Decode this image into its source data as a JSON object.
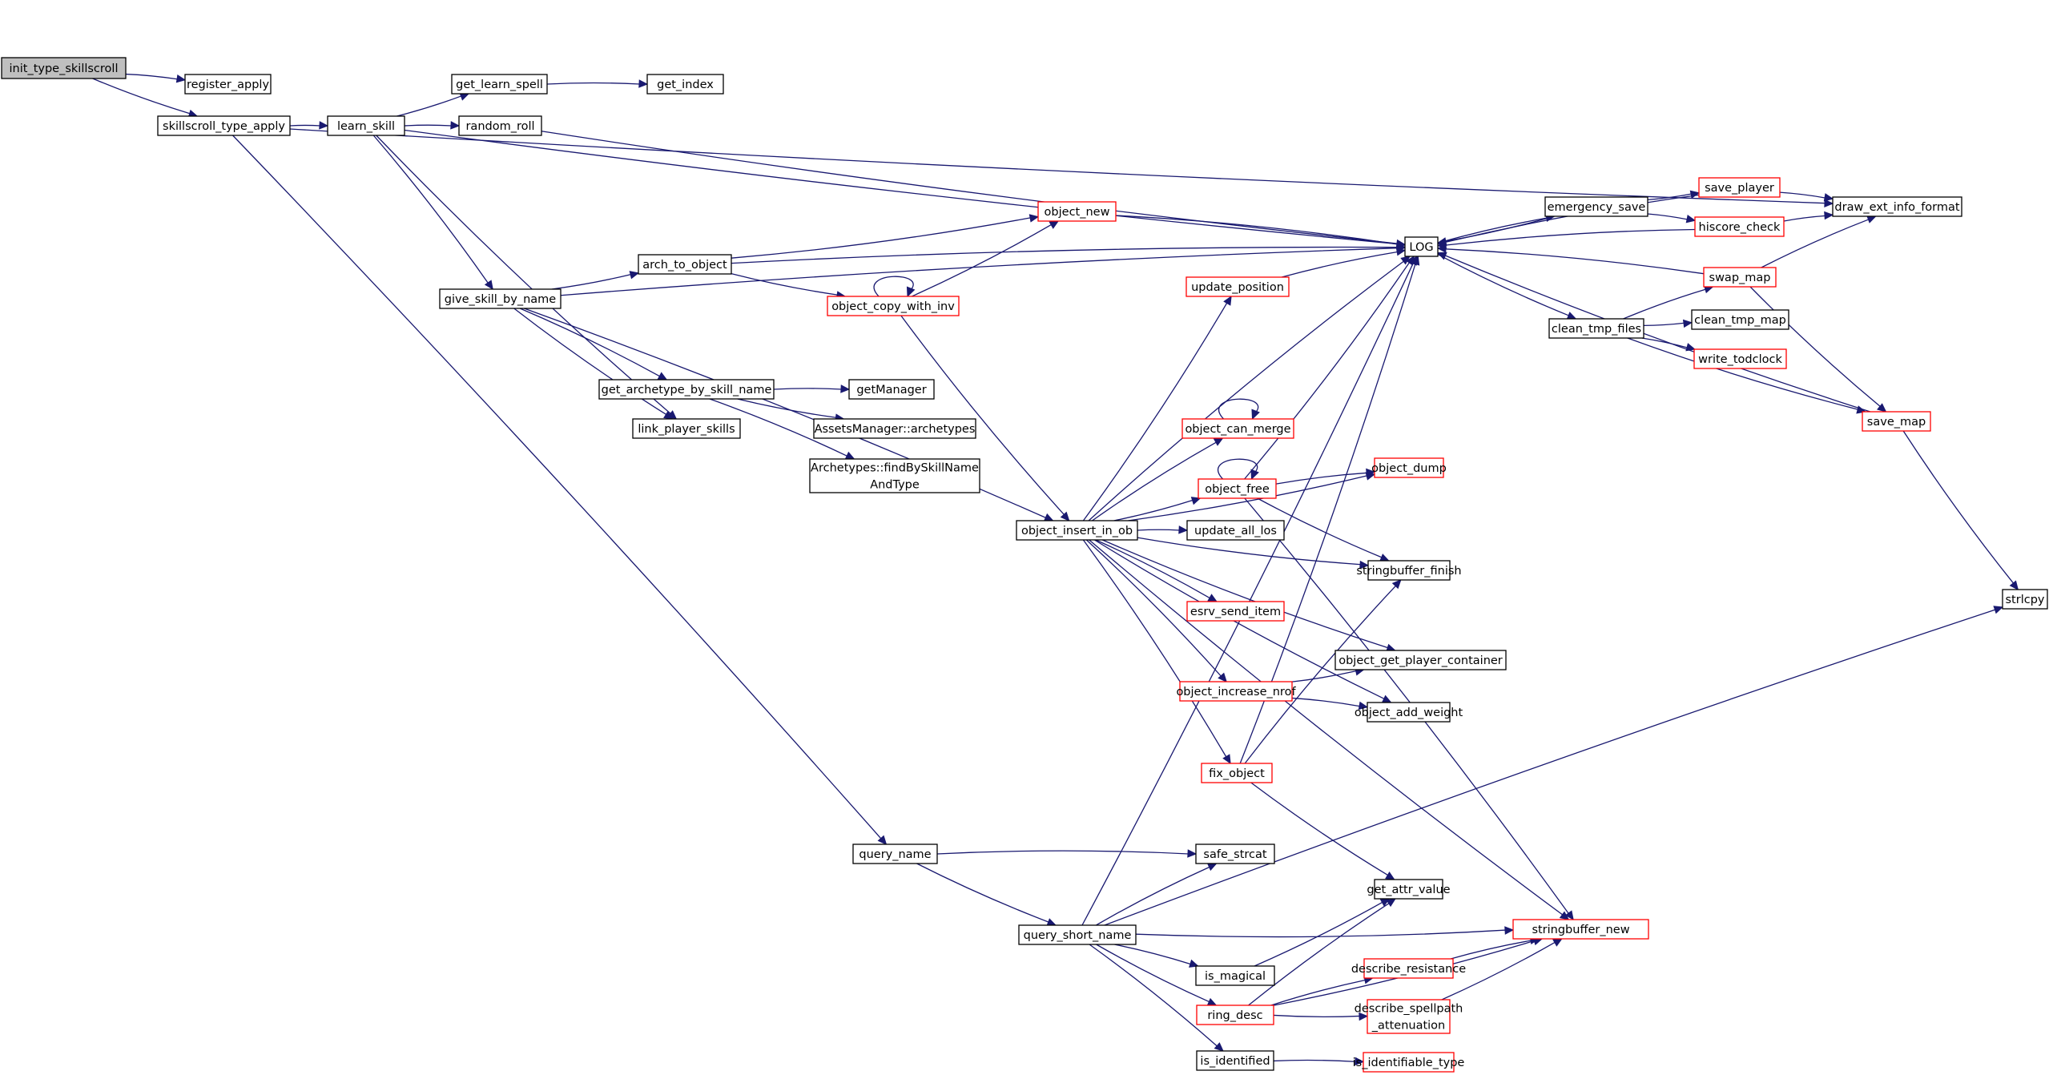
{
  "colors": {
    "edge": "#191970",
    "normal_border": "#000000",
    "red_border": "#ff0000",
    "root_fill": "#bfbfbf"
  },
  "nodes": [
    {
      "id": "init_type_skillscroll",
      "lines": [
        "init_type_skillscroll"
      ],
      "style": "root"
    },
    {
      "id": "register_apply",
      "lines": [
        "register_apply"
      ],
      "style": "black"
    },
    {
      "id": "skillscroll_type_apply",
      "lines": [
        "skillscroll_type_apply"
      ],
      "style": "black"
    },
    {
      "id": "learn_skill",
      "lines": [
        "learn_skill"
      ],
      "style": "black"
    },
    {
      "id": "get_learn_spell",
      "lines": [
        "get_learn_spell"
      ],
      "style": "black"
    },
    {
      "id": "get_index",
      "lines": [
        "get_index"
      ],
      "style": "black"
    },
    {
      "id": "random_roll",
      "lines": [
        "random_roll"
      ],
      "style": "black"
    },
    {
      "id": "give_skill_by_name",
      "lines": [
        "give_skill_by_name"
      ],
      "style": "black"
    },
    {
      "id": "arch_to_object",
      "lines": [
        "arch_to_object"
      ],
      "style": "black"
    },
    {
      "id": "object_new",
      "lines": [
        "object_new"
      ],
      "style": "red"
    },
    {
      "id": "object_copy_with_inv",
      "lines": [
        "object_copy_with_inv"
      ],
      "style": "red"
    },
    {
      "id": "get_archetype_by_skill_name",
      "lines": [
        "get_archetype_by_skill_name"
      ],
      "style": "black"
    },
    {
      "id": "getManager",
      "lines": [
        "getManager"
      ],
      "style": "black"
    },
    {
      "id": "assets_archetypes",
      "lines": [
        "AssetsManager::archetypes"
      ],
      "style": "black"
    },
    {
      "id": "findBySkillName",
      "lines": [
        "Archetypes::findBySkillName",
        "AndType"
      ],
      "style": "black"
    },
    {
      "id": "link_player_skills",
      "lines": [
        "link_player_skills"
      ],
      "style": "black"
    },
    {
      "id": "object_insert_in_ob",
      "lines": [
        "object_insert_in_ob"
      ],
      "style": "black"
    },
    {
      "id": "LOG",
      "lines": [
        "LOG"
      ],
      "style": "black"
    },
    {
      "id": "update_position",
      "lines": [
        "update_position"
      ],
      "style": "red"
    },
    {
      "id": "object_can_merge",
      "lines": [
        "object_can_merge"
      ],
      "style": "red"
    },
    {
      "id": "object_free",
      "lines": [
        "object_free"
      ],
      "style": "red"
    },
    {
      "id": "object_dump",
      "lines": [
        "object_dump"
      ],
      "style": "red"
    },
    {
      "id": "update_all_los",
      "lines": [
        "update_all_los"
      ],
      "style": "black"
    },
    {
      "id": "stringbuffer_finish",
      "lines": [
        "stringbuffer_finish"
      ],
      "style": "black"
    },
    {
      "id": "esrv_send_item",
      "lines": [
        "esrv_send_item"
      ],
      "style": "red"
    },
    {
      "id": "object_get_player_container",
      "lines": [
        "object_get_player_container"
      ],
      "style": "black"
    },
    {
      "id": "object_increase_nrof",
      "lines": [
        "object_increase_nrof"
      ],
      "style": "red"
    },
    {
      "id": "object_add_weight",
      "lines": [
        "object_add_weight"
      ],
      "style": "black"
    },
    {
      "id": "fix_object",
      "lines": [
        "fix_object"
      ],
      "style": "red"
    },
    {
      "id": "emergency_save",
      "lines": [
        "emergency_save"
      ],
      "style": "black"
    },
    {
      "id": "save_player",
      "lines": [
        "save_player"
      ],
      "style": "red"
    },
    {
      "id": "hiscore_check",
      "lines": [
        "hiscore_check"
      ],
      "style": "red"
    },
    {
      "id": "draw_ext_info_format",
      "lines": [
        "draw_ext_info_format"
      ],
      "style": "black"
    },
    {
      "id": "swap_map",
      "lines": [
        "swap_map"
      ],
      "style": "red"
    },
    {
      "id": "clean_tmp_files",
      "lines": [
        "clean_tmp_files"
      ],
      "style": "black"
    },
    {
      "id": "clean_tmp_map",
      "lines": [
        "clean_tmp_map"
      ],
      "style": "black"
    },
    {
      "id": "write_todclock",
      "lines": [
        "write_todclock"
      ],
      "style": "red"
    },
    {
      "id": "save_map",
      "lines": [
        "save_map"
      ],
      "style": "red"
    },
    {
      "id": "strlcpy",
      "lines": [
        "strlcpy"
      ],
      "style": "black"
    },
    {
      "id": "stringbuffer_new",
      "lines": [
        "stringbuffer_new"
      ],
      "style": "red"
    },
    {
      "id": "query_name",
      "lines": [
        "query_name"
      ],
      "style": "black"
    },
    {
      "id": "safe_strcat",
      "lines": [
        "safe_strcat"
      ],
      "style": "black"
    },
    {
      "id": "query_short_name",
      "lines": [
        "query_short_name"
      ],
      "style": "black"
    },
    {
      "id": "get_attr_value",
      "lines": [
        "get_attr_value"
      ],
      "style": "black"
    },
    {
      "id": "is_magical",
      "lines": [
        "is_magical"
      ],
      "style": "black"
    },
    {
      "id": "ring_desc",
      "lines": [
        "ring_desc"
      ],
      "style": "red"
    },
    {
      "id": "describe_resistance",
      "lines": [
        "describe_resistance"
      ],
      "style": "red"
    },
    {
      "id": "describe_spellpath",
      "lines": [
        "describe_spellpath",
        "_attenuation"
      ],
      "style": "red"
    },
    {
      "id": "is_identified",
      "lines": [
        "is_identified"
      ],
      "style": "black"
    },
    {
      "id": "is_identifiable_type",
      "lines": [
        "is_identifiable_type"
      ],
      "style": "red"
    }
  ],
  "edges": [
    [
      "init_type_skillscroll",
      "register_apply"
    ],
    [
      "init_type_skillscroll",
      "skillscroll_type_apply"
    ],
    [
      "skillscroll_type_apply",
      "learn_skill"
    ],
    [
      "skillscroll_type_apply",
      "draw_ext_info_format"
    ],
    [
      "skillscroll_type_apply",
      "query_name"
    ],
    [
      "learn_skill",
      "get_learn_spell"
    ],
    [
      "learn_skill",
      "random_roll"
    ],
    [
      "learn_skill",
      "LOG"
    ],
    [
      "learn_skill",
      "give_skill_by_name"
    ],
    [
      "learn_skill",
      "link_player_skills"
    ],
    [
      "get_learn_spell",
      "get_index"
    ],
    [
      "random_roll",
      "LOG"
    ],
    [
      "give_skill_by_name",
      "LOG"
    ],
    [
      "give_skill_by_name",
      "arch_to_object"
    ],
    [
      "give_skill_by_name",
      "get_archetype_by_skill_name"
    ],
    [
      "give_skill_by_name",
      "link_player_skills"
    ],
    [
      "give_skill_by_name",
      "object_insert_in_ob"
    ],
    [
      "arch_to_object",
      "object_new"
    ],
    [
      "arch_to_object",
      "LOG"
    ],
    [
      "arch_to_object",
      "object_copy_with_inv"
    ],
    [
      "object_new",
      "LOG"
    ],
    [
      "object_copy_with_inv",
      "object_new"
    ],
    [
      "object_copy_with_inv",
      "object_copy_with_inv"
    ],
    [
      "object_copy_with_inv",
      "object_insert_in_ob"
    ],
    [
      "get_archetype_by_skill_name",
      "getManager"
    ],
    [
      "get_archetype_by_skill_name",
      "assets_archetypes"
    ],
    [
      "get_archetype_by_skill_name",
      "findBySkillName"
    ],
    [
      "object_insert_in_ob",
      "update_position"
    ],
    [
      "object_insert_in_ob",
      "LOG"
    ],
    [
      "object_insert_in_ob",
      "object_dump"
    ],
    [
      "object_insert_in_ob",
      "object_can_merge"
    ],
    [
      "object_insert_in_ob",
      "object_free"
    ],
    [
      "object_insert_in_ob",
      "update_all_los"
    ],
    [
      "object_insert_in_ob",
      "stringbuffer_finish"
    ],
    [
      "object_insert_in_ob",
      "esrv_send_item"
    ],
    [
      "object_insert_in_ob",
      "object_get_player_container"
    ],
    [
      "object_insert_in_ob",
      "object_increase_nrof"
    ],
    [
      "object_insert_in_ob",
      "object_add_weight"
    ],
    [
      "object_insert_in_ob",
      "fix_object"
    ],
    [
      "object_insert_in_ob",
      "stringbuffer_new"
    ],
    [
      "update_position",
      "LOG"
    ],
    [
      "object_can_merge",
      "object_can_merge"
    ],
    [
      "object_free",
      "object_free"
    ],
    [
      "object_free",
      "LOG"
    ],
    [
      "object_free",
      "object_dump"
    ],
    [
      "object_free",
      "stringbuffer_finish"
    ],
    [
      "object_free",
      "stringbuffer_new"
    ],
    [
      "object_increase_nrof",
      "object_get_player_container"
    ],
    [
      "object_increase_nrof",
      "object_add_weight"
    ],
    [
      "fix_object",
      "LOG"
    ],
    [
      "fix_object",
      "stringbuffer_finish"
    ],
    [
      "fix_object",
      "get_attr_value"
    ],
    [
      "LOG",
      "emergency_save"
    ],
    [
      "LOG",
      "clean_tmp_files"
    ],
    [
      "emergency_save",
      "LOG"
    ],
    [
      "emergency_save",
      "save_player"
    ],
    [
      "emergency_save",
      "hiscore_check"
    ],
    [
      "save_player",
      "LOG"
    ],
    [
      "save_player",
      "draw_ext_info_format"
    ],
    [
      "hiscore_check",
      "LOG"
    ],
    [
      "hiscore_check",
      "draw_ext_info_format"
    ],
    [
      "swap_map",
      "LOG"
    ],
    [
      "swap_map",
      "draw_ext_info_format"
    ],
    [
      "swap_map",
      "save_map"
    ],
    [
      "clean_tmp_files",
      "swap_map"
    ],
    [
      "clean_tmp_files",
      "clean_tmp_map"
    ],
    [
      "clean_tmp_files",
      "write_todclock"
    ],
    [
      "clean_tmp_files",
      "save_map"
    ],
    [
      "save_map",
      "LOG"
    ],
    [
      "save_map",
      "strlcpy"
    ],
    [
      "query_name",
      "safe_strcat"
    ],
    [
      "query_name",
      "query_short_name"
    ],
    [
      "query_short_name",
      "safe_strcat"
    ],
    [
      "query_short_name",
      "LOG"
    ],
    [
      "query_short_name",
      "strlcpy"
    ],
    [
      "query_short_name",
      "stringbuffer_new"
    ],
    [
      "query_short_name",
      "is_magical"
    ],
    [
      "query_short_name",
      "ring_desc"
    ],
    [
      "query_short_name",
      "is_identified"
    ],
    [
      "is_magical",
      "get_attr_value"
    ],
    [
      "ring_desc",
      "get_attr_value"
    ],
    [
      "ring_desc",
      "stringbuffer_new"
    ],
    [
      "ring_desc",
      "describe_resistance"
    ],
    [
      "ring_desc",
      "describe_spellpath"
    ],
    [
      "describe_resistance",
      "stringbuffer_new"
    ],
    [
      "describe_spellpath",
      "stringbuffer_new"
    ],
    [
      "is_identified",
      "is_identifiable_type"
    ]
  ]
}
